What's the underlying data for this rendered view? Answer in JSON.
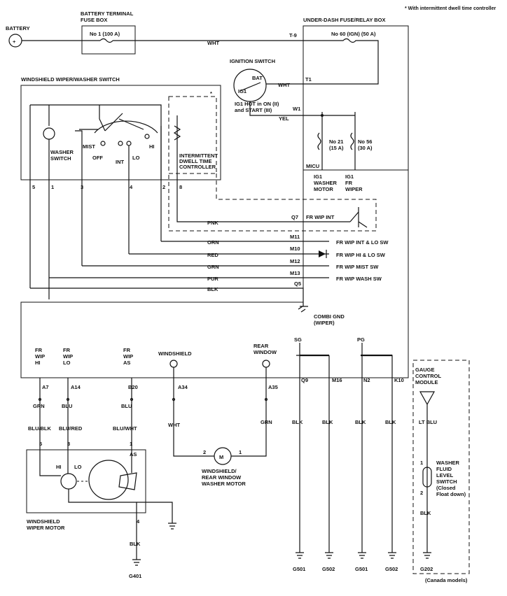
{
  "note": "* With intermittent dwell time controller",
  "battery": "BATTERY",
  "fuse_box_terminal": {
    "title1": "BATTERY TERMINAL",
    "title2": "FUSE BOX",
    "fuse": "No 1 (100 A)"
  },
  "underdash": {
    "title": "UNDER-DASH FUSE/RELAY BOX",
    "fuse60": "No 60 (IGN) (50 A)",
    "fuse21a": "No 21",
    "fuse21b": "(15 A)",
    "fuse56a": "No 56",
    "fuse56b": "(30 A)",
    "micu": "MICU",
    "ig1_washer": [
      "IG1",
      "WASHER",
      "MOTOR"
    ],
    "ig1_wiper": [
      "IG1",
      "FR",
      "WIPER"
    ]
  },
  "ignition": {
    "title": "IGNITION SWITCH",
    "bat": "BAT",
    "ig1": "IG1",
    "note1": "IG1 HOT in ON (II)",
    "note2": "and START (III)"
  },
  "switch_panel": {
    "title": "WINDSHIELD WIPER/WASHER SWITCH",
    "washer1": "WASHER",
    "washer2": "SWITCH",
    "mist": "MIST",
    "off": "OFF",
    "int": "INT",
    "lo": "LO",
    "hi": "HI",
    "idt1": "INTERMITTENT",
    "idt2": "DWELL TIME",
    "idt3": "CONTROLLER",
    "star": "*",
    "pins": [
      "5",
      "1",
      "3",
      "4",
      "2",
      "8"
    ]
  },
  "terminals": {
    "t9": "T-9",
    "t1": "T1",
    "w1": "W1",
    "q7": "Q7",
    "m11": "M11",
    "m10": "M10",
    "m12": "M12",
    "m13": "M13",
    "q5": "Q5",
    "q9": "Q9",
    "m16": "M16",
    "n2": "N2",
    "k10": "K10",
    "a7": "A7",
    "a14": "A14",
    "b20": "B20",
    "a34": "A34",
    "a35": "A35"
  },
  "wires": {
    "wht": "WHT",
    "yel": "YEL",
    "pnk": "PNK",
    "orn": "ORN",
    "red": "RED",
    "grn": "GRN",
    "pur": "PUR",
    "blk": "BLK",
    "blu": "BLU",
    "blublk": "BLU/BLK",
    "blured": "BLU/RED",
    "bluwht": "BLU/WHT",
    "ltblu": "LT BLU"
  },
  "signals": {
    "frwipint": "FR WIP INT",
    "intlo": "FR WIP INT & LO SW",
    "hilo": "FR WIP HI & LO SW",
    "mist": "FR WIP MIST SW",
    "wash": "FR WIP WASH SW"
  },
  "combi": [
    "COMBI GND",
    "(WIPER)"
  ],
  "micu_labels": {
    "frwiphi": [
      "FR",
      "WIP",
      "HI"
    ],
    "frwiplo": [
      "FR",
      "WIP",
      "LO"
    ],
    "frwipas": [
      "FR",
      "WIP",
      "AS"
    ],
    "windshield": "WINDSHIELD",
    "rear": [
      "REAR",
      "WINDOW"
    ],
    "sg": "SG",
    "pg": "PG"
  },
  "motor_pins": {
    "p5": "5",
    "p3": "3",
    "p1": "1",
    "p4": "4",
    "m2": "2",
    "m1": "1",
    "s1": "1",
    "s2": "2"
  },
  "washer_motor": {
    "m": "M",
    "l1": "WINDSHIELD/",
    "l2": "REAR WINDOW",
    "l3": "WASHER MOTOR"
  },
  "wiper_motor": {
    "hi": "HI",
    "lo": "LO",
    "as": "AS",
    "l1": "WINDSHIELD",
    "l2": "WIPER MOTOR"
  },
  "gauge": {
    "l1": "GAUGE",
    "l2": "CONTROL",
    "l3": "MODULE",
    "sw": [
      "WASHER",
      "FLUID",
      "LEVEL",
      "SWITCH",
      "(Closed",
      "Float down)"
    ],
    "canada": "(Canada models)"
  },
  "grounds": {
    "g401": "G401",
    "g501a": "G501",
    "g502a": "G502",
    "g501b": "G501",
    "g502b": "G502",
    "g202": "G202"
  }
}
